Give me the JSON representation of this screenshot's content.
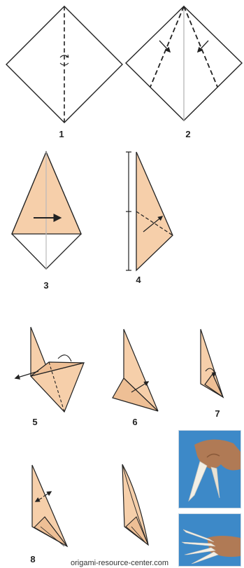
{
  "steps": [
    {
      "number": "1"
    },
    {
      "number": "2"
    },
    {
      "number": "3"
    },
    {
      "number": "4"
    },
    {
      "number": "5"
    },
    {
      "number": "6"
    },
    {
      "number": "7"
    },
    {
      "number": "8"
    }
  ],
  "credit": "origami-resource-center.com",
  "colors": {
    "paper": "#f6cfaa",
    "paper_shade": "#eebf95",
    "line": "#222222",
    "crease": "#bbbbbb",
    "photo_bg": "#2f7fc0",
    "hand": "#b07a55",
    "claw": "#f2efe6"
  },
  "icons": [
    "fold-arrow-icon",
    "flip-icon",
    "claw-photo"
  ]
}
